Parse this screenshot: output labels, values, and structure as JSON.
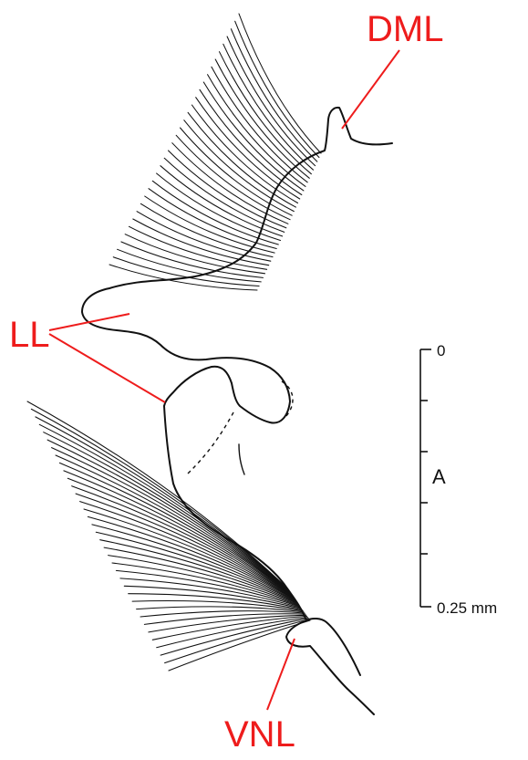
{
  "labels": {
    "dml": "DML",
    "ll": "LL",
    "vnl": "VNL"
  },
  "scale_bar": {
    "top_label": "0",
    "middle_label": "A",
    "bottom_label": "0.25 mm"
  },
  "colors": {
    "label": "#ee1c1c",
    "ink": "#111111",
    "background": "#ffffff"
  }
}
